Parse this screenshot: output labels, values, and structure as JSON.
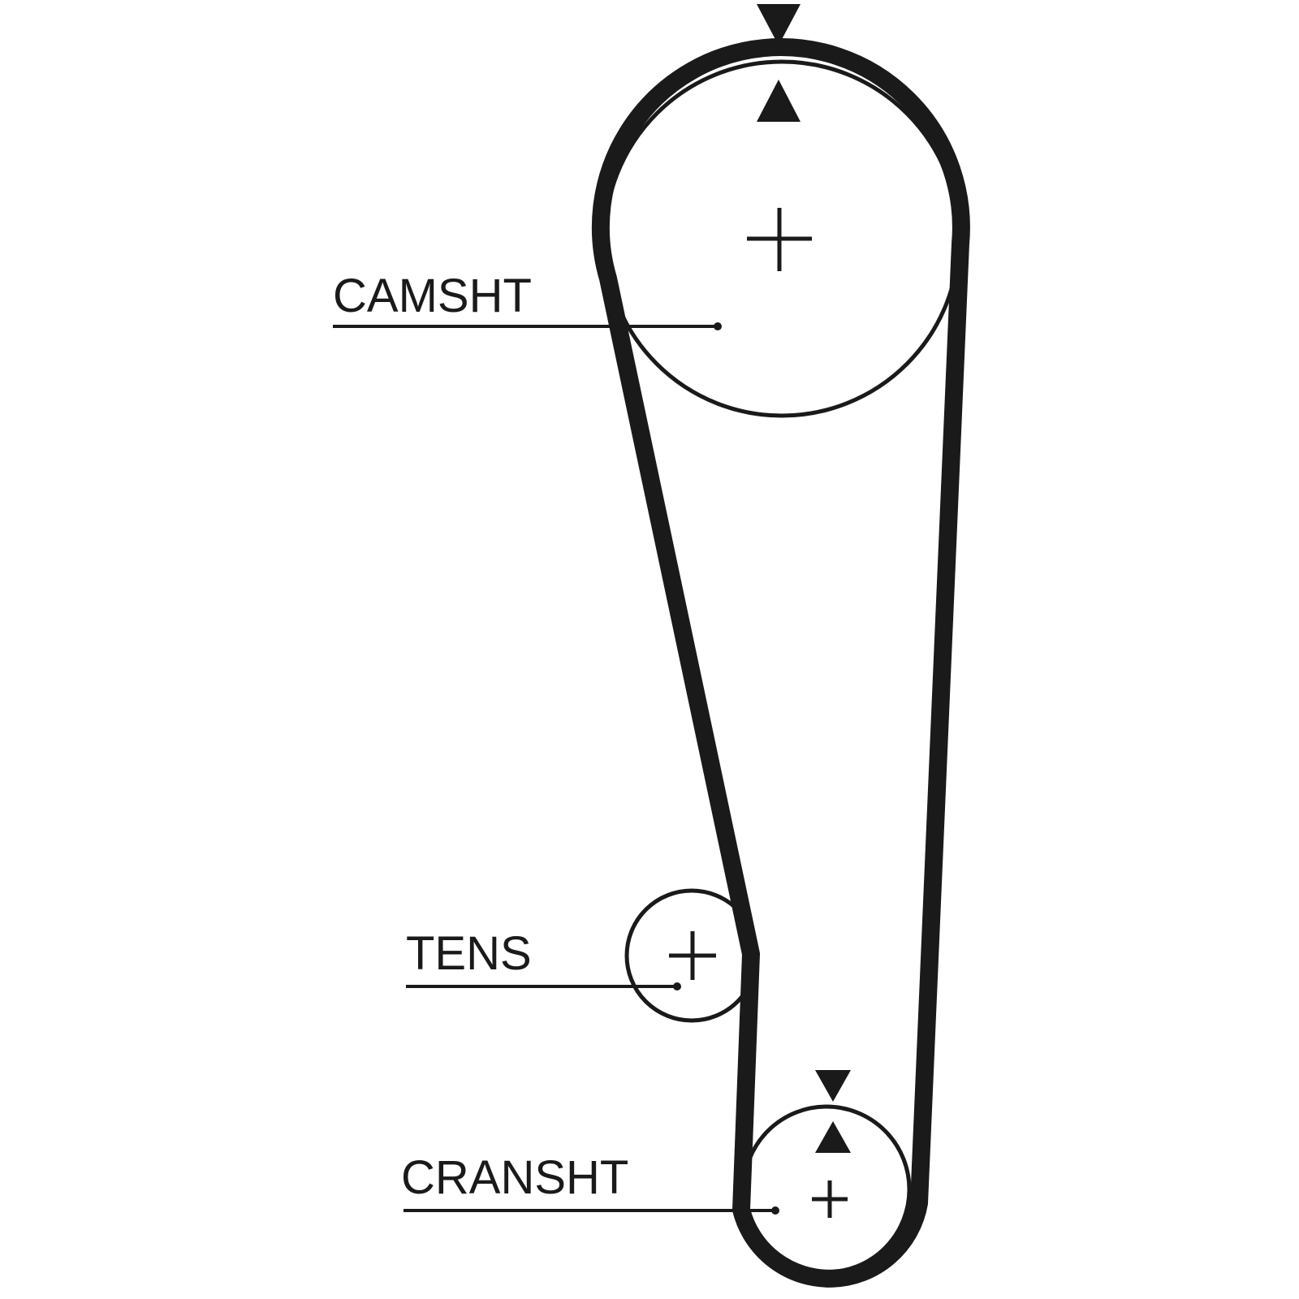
{
  "labels": {
    "camshaft": "CAMSHT",
    "tensioner": "TENS",
    "crankshaft": "CRANSHT"
  },
  "colors": {
    "ink": "#1a1a1a",
    "background": "#ffffff"
  }
}
